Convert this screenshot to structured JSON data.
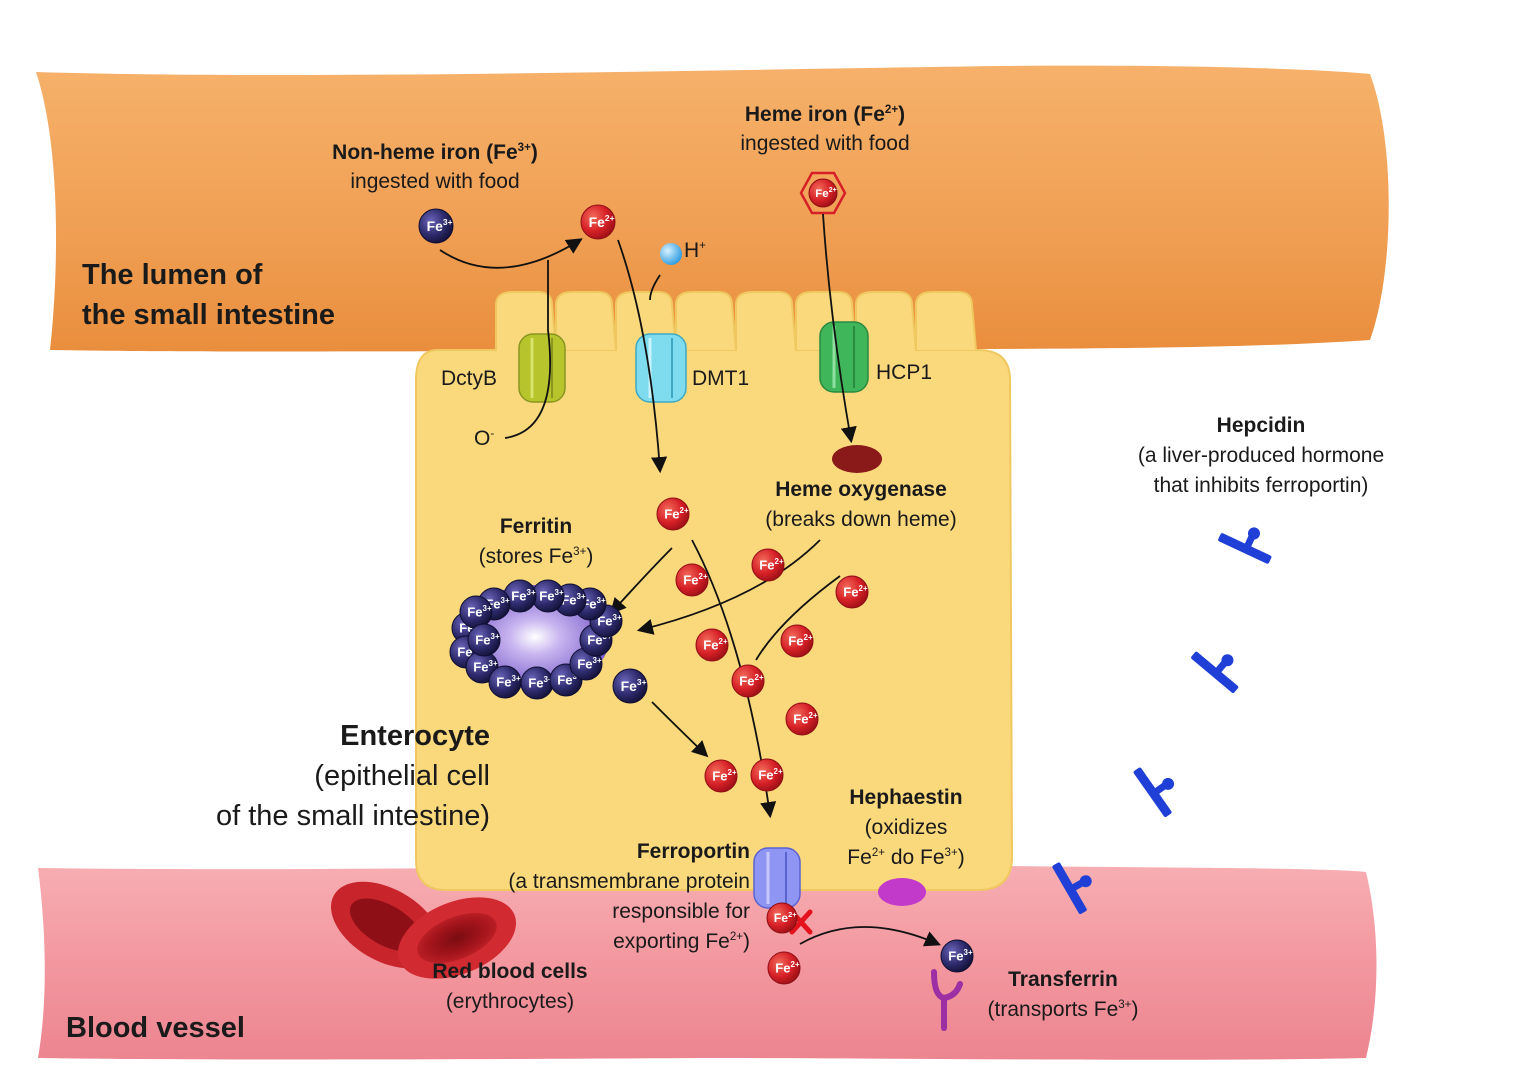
{
  "regions": {
    "lumen_title": [
      "The lumen of",
      "the small intestine"
    ],
    "blood_vessel_title": "Blood vessel",
    "enterocyte_title": "Enterocyte",
    "enterocyte_sub": [
      "(epithelial cell",
      "of the small intestine)"
    ]
  },
  "nonheme": {
    "title": "Non-heme iron (Fe",
    "charge": "3+",
    "close": ")",
    "sub": "ingested with food"
  },
  "heme": {
    "title": "Heme iron (Fe",
    "charge": "2+",
    "close": ")",
    "sub": "ingested with food"
  },
  "transporters": {
    "dcytb": "DctyB",
    "dmt1": "DMT1",
    "hcp1": "HCP1"
  },
  "ions": {
    "fe": "Fe",
    "fe2": "2+",
    "fe3": "3+",
    "h": "H",
    "h_charge": "+",
    "o": "O",
    "o_charge": "-"
  },
  "ferritin": {
    "title": "Ferritin",
    "sub_a": "(stores Fe",
    "sub_charge": "3+",
    "sub_b": ")"
  },
  "heme_oxygenase": {
    "title": "Heme oxygenase",
    "sub": "(breaks down heme)"
  },
  "hepcidin": {
    "title": "Hepcidin",
    "sub": [
      "(a liver-produced hormone",
      "that inhibits ferroportin)"
    ]
  },
  "hephaestin": {
    "title": "Hephaestin",
    "sub1": "(oxidizes",
    "sub2_a": "Fe",
    "sub2_c1": "2+",
    "sub2_b": " do Fe",
    "sub2_c2": "3+",
    "sub2_c": ")"
  },
  "ferroportin": {
    "title": "Ferroportin",
    "sub": [
      "(a transmembrane protein",
      "responsible for"
    ],
    "sub3_a": "exporting Fe",
    "sub3_charge": "2+",
    "sub3_b": ")"
  },
  "rbc": {
    "title": "Red blood cells",
    "sub": "(erythrocytes)"
  },
  "transferrin": {
    "title": "Transferrin",
    "sub_a": "(transports Fe",
    "sub_charge": "3+",
    "sub_b": ")"
  },
  "colors": {
    "lumen": "#f2a35a",
    "lumen_dark": "#ee9142",
    "cell": "#fad97d",
    "cell_edge": "#f0c860",
    "vessel": "#f39aa0",
    "vessel_dark": "#ee8089",
    "fe2": "#d62027",
    "fe3": "#2c2a6b",
    "dcytb": "#b7c42c",
    "dmt1": "#7fdcef",
    "hcp1": "#3fb65a",
    "ferroportin": "#8f95f2",
    "hepcidin": "#1f3fd6",
    "transferrin": "#9b2fa3",
    "hephaestin": "#c23ac9",
    "heme_oxygenase": "#8a1a1a"
  }
}
